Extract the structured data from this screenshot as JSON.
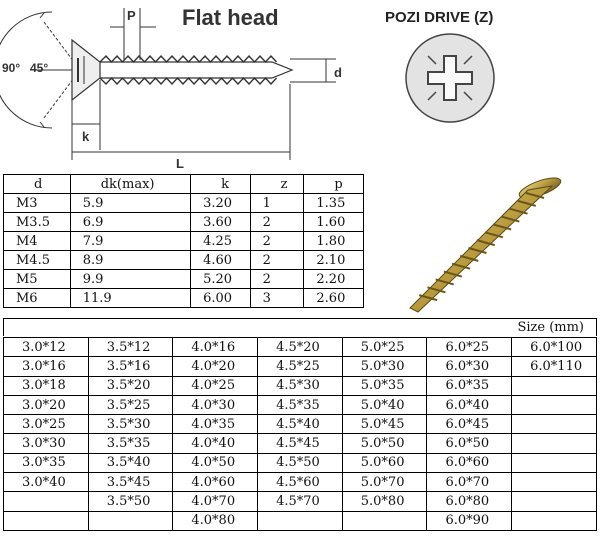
{
  "drawing": {
    "title": "Flat head",
    "angle_outer": "90°",
    "angle_inner": "45°",
    "label_p": "P",
    "label_d": "d",
    "label_k": "k",
    "label_L": "L"
  },
  "drive": {
    "title": "POZI DRIVE (Z)"
  },
  "spec_table": {
    "headers": [
      "d",
      "dk(max)",
      "k",
      "z",
      "p"
    ],
    "rows": [
      [
        "M3",
        "5.9",
        "3.20",
        "1",
        "1.35"
      ],
      [
        "M3.5",
        "6.9",
        "3.60",
        "2",
        "1.60"
      ],
      [
        "M4",
        "7.9",
        "4.25",
        "2",
        "1.80"
      ],
      [
        "M4.5",
        "8.9",
        "4.60",
        "2",
        "2.10"
      ],
      [
        "M5",
        "9.9",
        "5.20",
        "2",
        "2.20"
      ],
      [
        "M6",
        "11.9",
        "6.00",
        "3",
        "2.60"
      ]
    ]
  },
  "size_table": {
    "caption": "Size (mm)",
    "rows": [
      [
        "3.0*12",
        "3.5*12",
        "4.0*16",
        "4.5*20",
        "5.0*25",
        "6.0*25",
        "6.0*100"
      ],
      [
        "3.0*16",
        "3.5*16",
        "4.0*20",
        "4.5*25",
        "5.0*30",
        "6.0*30",
        "6.0*110"
      ],
      [
        "3.0*18",
        "3.5*20",
        "4.0*25",
        "4.5*30",
        "5.0*35",
        "6.0*35",
        ""
      ],
      [
        "3.0*20",
        "3.5*25",
        "4.0*30",
        "4.5*35",
        "5.0*40",
        "6.0*40",
        ""
      ],
      [
        "3.0*25",
        "3.5*30",
        "4.0*35",
        "4.5*40",
        "5.0*45",
        "6.0*45",
        ""
      ],
      [
        "3.0*30",
        "3.5*35",
        "4.0*40",
        "4.5*45",
        "5.0*50",
        "6.0*50",
        ""
      ],
      [
        "3.0*35",
        "3.5*40",
        "4.0*50",
        "4.5*50",
        "5.0*60",
        "6.0*60",
        ""
      ],
      [
        "3.0*40",
        "3.5*45",
        "4.0*60",
        "4.5*60",
        "5.0*70",
        "6.0*70",
        ""
      ],
      [
        "",
        "3.5*50",
        "4.0*70",
        "4.5*70",
        "5.0*80",
        "6.0*80",
        ""
      ],
      [
        "",
        "",
        "4.0*80",
        "",
        "",
        "6.0*90",
        ""
      ]
    ]
  }
}
